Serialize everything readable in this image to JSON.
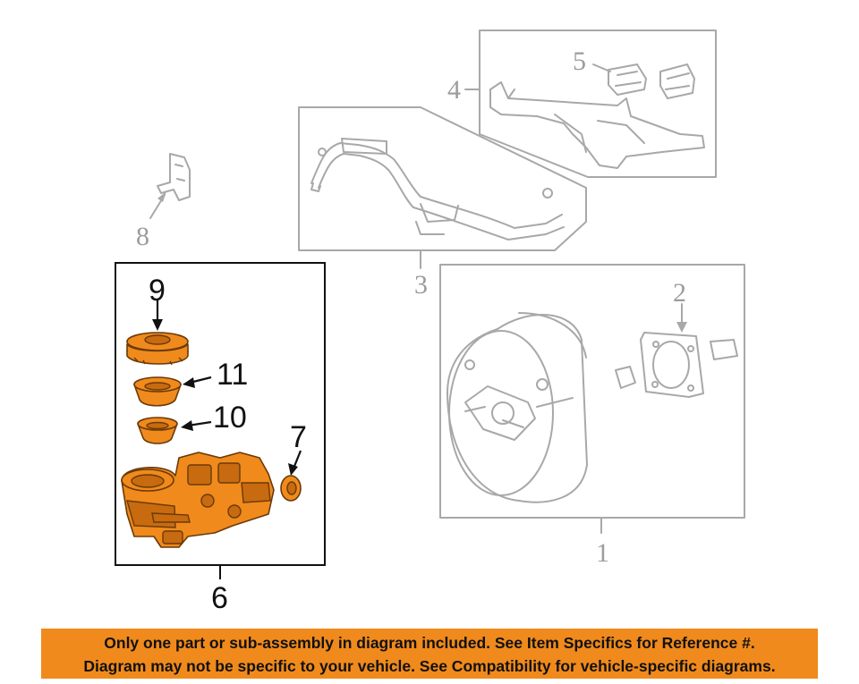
{
  "callouts": {
    "c1": "1",
    "c2": "2",
    "c3": "3",
    "c4": "4",
    "c5": "5",
    "c6": "6",
    "c7": "7",
    "c8": "8",
    "c9": "9",
    "c10": "10",
    "c11": "11"
  },
  "banner": {
    "line1": "Only one part or sub-assembly in diagram included. See Item Specifics for Reference #.",
    "line2": "Diagram may not be specific to your vehicle. See Compatibility for vehicle-specific diagrams."
  },
  "colors": {
    "highlight": "#f08a1c",
    "line_gray": "#a8a8a8",
    "outline": "#111111"
  }
}
